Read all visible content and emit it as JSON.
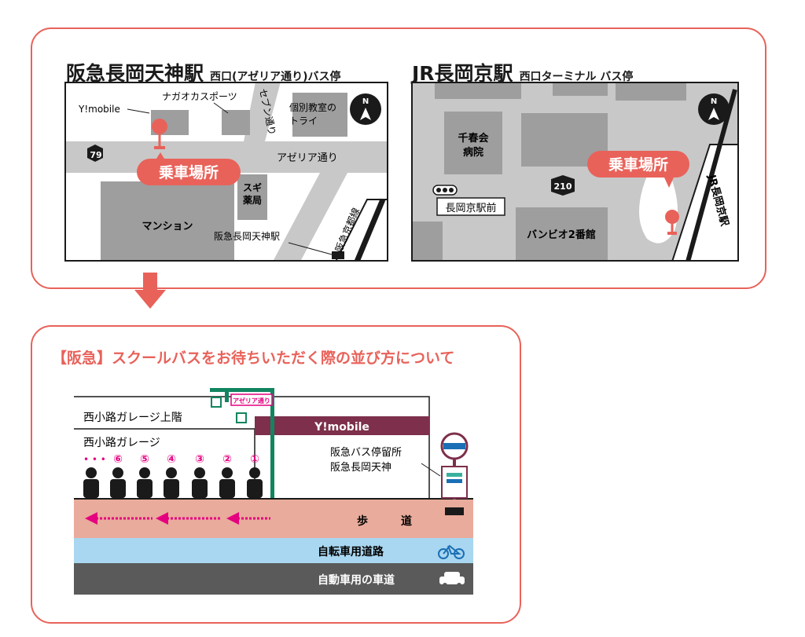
{
  "hankyu": {
    "station": "阪急長岡天神駅",
    "stop": "西口(アゼリア通り)バス停",
    "labels": {
      "ymobile": "Y!mobile",
      "sports": "ナガオカスポーツ",
      "seven": "セブン通り",
      "juku": [
        "個別教室の",
        "トライ"
      ],
      "route": "79",
      "azelia": "アゼリア通り",
      "boarding": "乗車場所",
      "sugi": [
        "スギ",
        "薬局"
      ],
      "mansion": "マンション",
      "station_label": "阪急長岡天神駅",
      "line": "阪急京都線",
      "north": "N"
    }
  },
  "jr": {
    "station": "JR長岡京駅",
    "stop": "西口ターミナル バス停",
    "labels": {
      "hospital": [
        "千春会",
        "病院"
      ],
      "route": "210",
      "stop_sign": "長岡京駅前",
      "bampio": "バンビオ2番館",
      "boarding": "乗車場所",
      "line": "JR長岡京駅",
      "north": "N"
    }
  },
  "queue": {
    "title": "【阪急】スクールバスをお待ちいただく際の並び方について",
    "garage_upper": "西小路ガレージ上階",
    "garage": "西小路ガレージ",
    "azelia_sign": "アゼリア通り",
    "ymobile": "Y!mobile",
    "busstop": [
      "阪急バス停留所",
      "阪急長岡天神"
    ],
    "positions": [
      "⑥",
      "⑤",
      "④",
      "③",
      "②",
      "①"
    ],
    "dots": "• • •",
    "sidewalk": "歩　　　道",
    "bikelane": "自転車用道路",
    "carlane": "自動車用の車道"
  },
  "colors": {
    "accent": "#e8625a",
    "road": "#c8c8c8",
    "building": "#9e9e9e",
    "magenta": "#e4007f",
    "sign_green": "#11855f",
    "ymobile_bar": "#7d2f4b",
    "sidewalk": "#e9ab9b",
    "bikelane": "#a9d6f0",
    "carlane": "#5a5a5a"
  }
}
